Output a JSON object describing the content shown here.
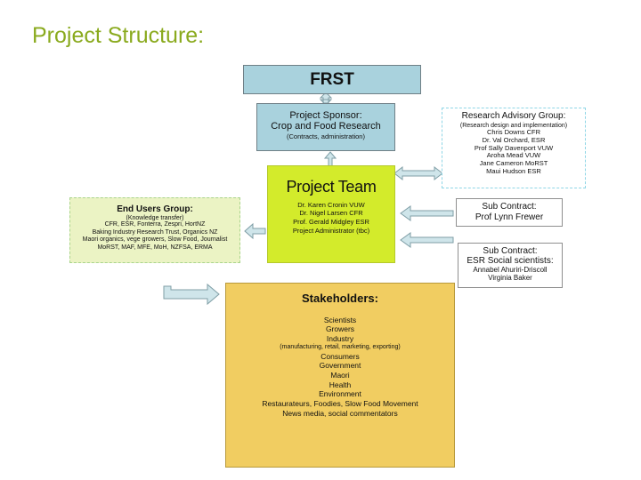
{
  "slide_title": "Project Structure:",
  "diagram": {
    "frst": {
      "title": "FRST"
    },
    "project_sponsor": {
      "title": "Project Sponsor:",
      "name": "Crop and Food Research",
      "note": "(Contracts, administration)"
    },
    "research_advisory_group": {
      "title": "Research Advisory Group:",
      "note": "(Research design and implementation)",
      "members": [
        "Chris Downs CFR",
        "Dr. Val Orchard, ESR",
        "Prof Sally Davenport VUW",
        "Aroha Mead VUW",
        "Jane Cameron MoRST",
        "Maui Hudson ESR"
      ]
    },
    "project_team": {
      "title": "Project Team",
      "members": [
        "Dr. Karen Cronin VUW",
        "Dr. Nigel Larsen CFR",
        "Prof. Gerald Midgley ESR",
        "Project Administrator (tbc)"
      ]
    },
    "end_users_group": {
      "title": "End Users Group:",
      "note": "(Knowledge transfer)",
      "members": [
        "CFR, ESR, Fonterra, Zespri, HortNZ",
        "Baking Industry Research Trust, Organics NZ",
        "Maori organics, vege growers, Slow Food, Journalist",
        "MoRST, MAF, MFE, MoH, NZFSA, ERMA"
      ]
    },
    "sub_contract_1": {
      "title": "Sub Contract:",
      "name": "Prof Lynn Frewer"
    },
    "sub_contract_2": {
      "title": "Sub Contract:",
      "name": "ESR Social scientists:",
      "members": [
        "Annabel Ahuriri-Driscoll",
        "Virginia Baker"
      ]
    },
    "stakeholders": {
      "title": "Stakeholders:",
      "items": [
        "Scientists",
        "Growers",
        "Industry",
        "(manufacturing, retail, marketing, exporting)",
        "Consumers",
        "Government",
        "Maori",
        "Health",
        "Environment",
        "Restaurateurs, Foodies, Slow Food Movement",
        "News media, social commentators"
      ]
    }
  },
  "colors": {
    "title": "#8aaa1e",
    "frst_fill": "#a9d2dd",
    "team_fill": "#d3eb2b",
    "users_fill": "#ebf3c4",
    "stakeholders_fill": "#f1cd61",
    "arrow_fill": "#cfe5ea",
    "arrow_stroke": "#7f9ea6"
  }
}
